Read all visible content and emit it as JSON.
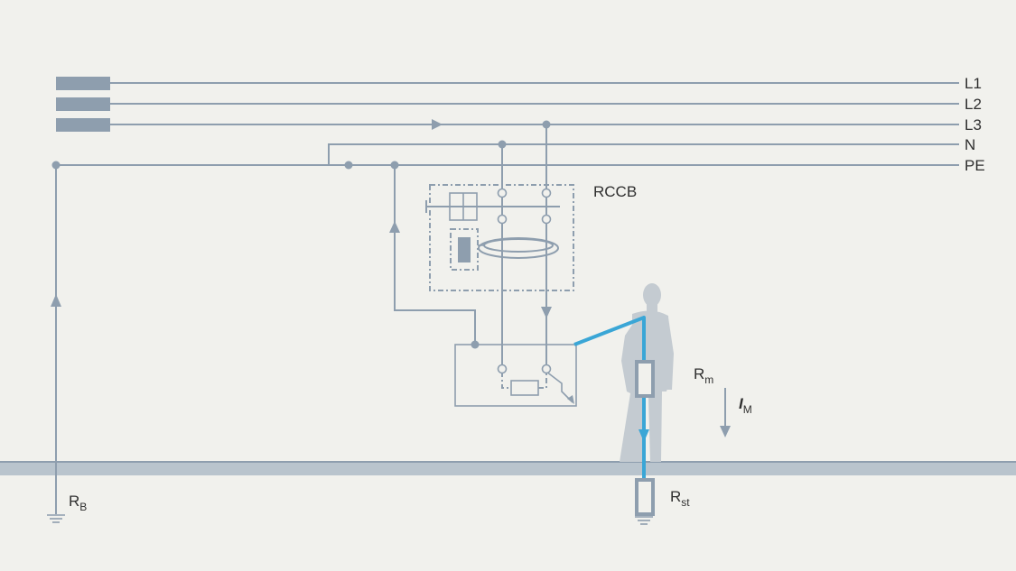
{
  "colors": {
    "background": "#f1f1ed",
    "wire": "#8e9eae",
    "fault_path": "#3aa6d6",
    "ground": "#b9c4cd",
    "person": "#c4cbd1"
  },
  "labels": {
    "L1": "L1",
    "L2": "L2",
    "L3": "L3",
    "N": "N",
    "PE": "PE",
    "rccb": "RCCB",
    "rb_main": "R",
    "rb_sub": "B",
    "rm_main": "R",
    "rm_sub": "m",
    "im_main": "I",
    "im_sub": "M",
    "rst_main": "R",
    "rst_sub": "st"
  },
  "icons": {
    "person": "person-silhouette-icon",
    "ground": "ground-symbol-icon",
    "transformer": "transformer-winding-icon"
  }
}
